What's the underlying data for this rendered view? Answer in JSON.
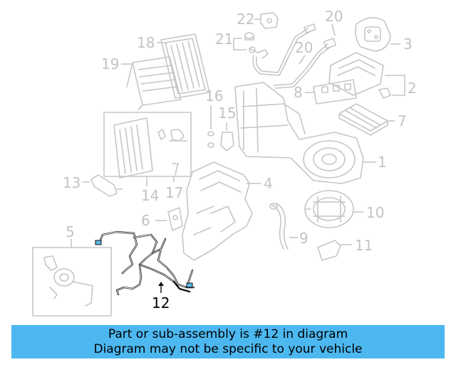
{
  "callouts": {
    "c1": "1",
    "c2": "2",
    "c3": "3",
    "c4": "4",
    "c5": "5",
    "c6": "6",
    "c7": "7",
    "c8": "8",
    "c9": "9",
    "c10": "10",
    "c11": "11",
    "c12": "12",
    "c13": "13",
    "c14": "14",
    "c15": "15",
    "c16": "16",
    "c17": "17",
    "c18": "18",
    "c19": "19",
    "c20a": "20",
    "c20b": "20",
    "c21": "21",
    "c22": "22"
  },
  "highlight": {
    "part_number": "12",
    "color": "#4db8f0",
    "harness_color": "#111111",
    "connector_color": "#5bb8e8"
  },
  "banner": {
    "line1": "Part or sub-assembly is #12 in diagram",
    "line2": "Diagram may not be specific to your vehicle"
  }
}
